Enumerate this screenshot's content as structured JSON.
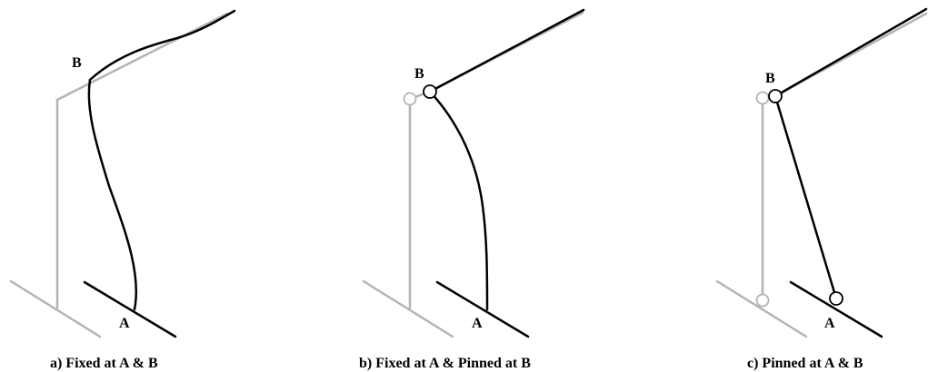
{
  "panels": [
    {
      "caption": "a)  Fixed at A & B",
      "label_a": "A",
      "label_b": "B"
    },
    {
      "caption": "b)  Fixed at A & Pinned at B",
      "label_a": "A",
      "label_b": "B"
    },
    {
      "caption": "c)  Pinned at A & B",
      "label_a": "A",
      "label_b": "B"
    }
  ],
  "colors": {
    "deformed": "#000000",
    "undeformed": "#b3b3b3",
    "background": "#ffffff"
  }
}
